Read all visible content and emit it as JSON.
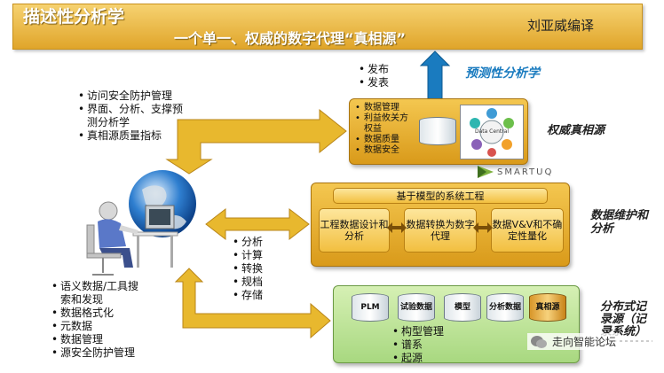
{
  "header": {
    "title": "描述性分析学",
    "subtitle": "一个单一、权威的数字代理“真相源”",
    "translator": "刘亚威编译"
  },
  "top_outputs": [
    "发布",
    "发表"
  ],
  "predictive_label": "预测性分析学",
  "left_top_bullets": [
    "访问安全防护管理",
    "界面、分析、支撑预测分析学",
    "真相源质量指标"
  ],
  "authoritative": {
    "label": "权威真相源",
    "items": [
      "数据管理",
      "利益攸关方权益",
      "数据质量",
      "数据安全"
    ],
    "hub_label": "Data Central"
  },
  "smartuq_logo": "SMARTUQ",
  "maintenance": {
    "header": "基于模型的系统工程",
    "boxes": [
      "工程数据设计和分析",
      "数据转换为数字代理",
      "数据V&V和不确定性量化"
    ],
    "label": "数据维护和分析"
  },
  "middle_actions": [
    "分析",
    "计算",
    "转换",
    "规档",
    "存储"
  ],
  "left_bottom_bullets": [
    "语义数据/工具搜索和发现",
    "数据格式化",
    "元数据",
    "数据管理",
    "源安全防护管理"
  ],
  "records": {
    "cylinders": [
      "PLM",
      "试验数据",
      "模型",
      "分析数据",
      "真相源"
    ],
    "items": [
      "构型管理",
      "谱系",
      "起源"
    ],
    "label": "分布式记录源（记录系统）"
  },
  "watermark": "走向智能论坛",
  "colors": {
    "gold": "#e8b82e",
    "banner_text": "#ffffff",
    "predictive": "#1a7bbf",
    "green_panel": "#b9e294"
  }
}
